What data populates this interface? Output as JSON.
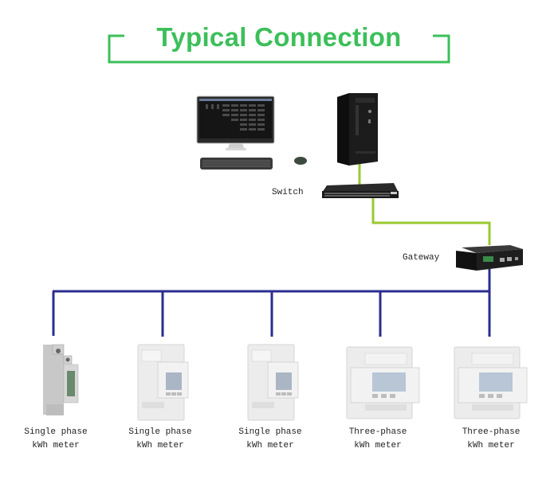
{
  "title": "Typical Connection",
  "colors": {
    "title_green": "#3cbf5a",
    "ethernet_line": "#9ac830",
    "bus_line": "#2b2d8f"
  },
  "devices": {
    "computer": {
      "name": "Computer (monitor, keyboard, mouse)"
    },
    "server": {
      "name": "Server tower"
    },
    "switch": {
      "label": "Switch"
    },
    "gateway": {
      "label": "Gateway"
    }
  },
  "meters": [
    {
      "line1": "Single phase",
      "line2": "kWh meter",
      "type": "single-din1"
    },
    {
      "line1": "Single phase",
      "line2": "kWh meter",
      "type": "single-din2"
    },
    {
      "line1": "Single phase",
      "line2": "kWh meter",
      "type": "single-din2"
    },
    {
      "line1": "Three-phase",
      "line2": "kWh meter",
      "type": "three"
    },
    {
      "line1": "Three-phase",
      "line2": "kWh meter",
      "type": "three"
    }
  ]
}
